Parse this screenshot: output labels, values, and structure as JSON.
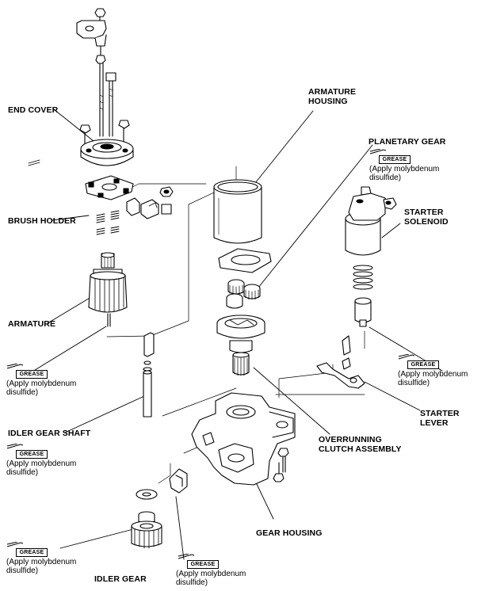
{
  "labels": {
    "end_cover": "END COVER",
    "brush_holder": "BRUSH HOLDER",
    "armature": "ARMATURE",
    "idler_gear_shaft": "IDLER GEAR SHAFT",
    "idler_gear": "IDLER GEAR",
    "armature_housing": "ARMATURE\nHOUSING",
    "planetary_gear": "PLANETARY GEAR",
    "starter_solenoid": "STARTER\nSOLENOID",
    "starter_lever": "STARTER\nLEVER",
    "overrunning_clutch": "OVERRUNNING\nCLUTCH ASSEMBLY",
    "gear_housing": "GEAR HOUSING"
  },
  "grease": {
    "tag": "GREASE",
    "note": "(Apply molybdenum\ndisulfide)"
  }
}
